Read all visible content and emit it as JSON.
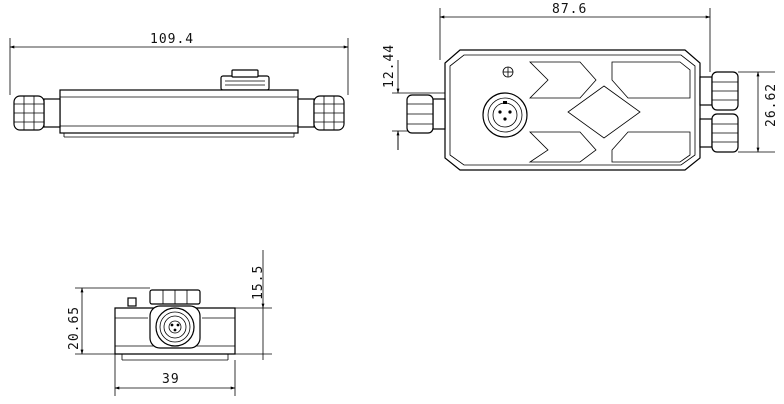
{
  "drawing": {
    "dims": {
      "side_length": "109.4",
      "top_length": "87.6",
      "top_offset": "12.44",
      "top_height": "26.62",
      "end_height": "15.5",
      "end_total": "20.65",
      "end_width": "39"
    }
  }
}
